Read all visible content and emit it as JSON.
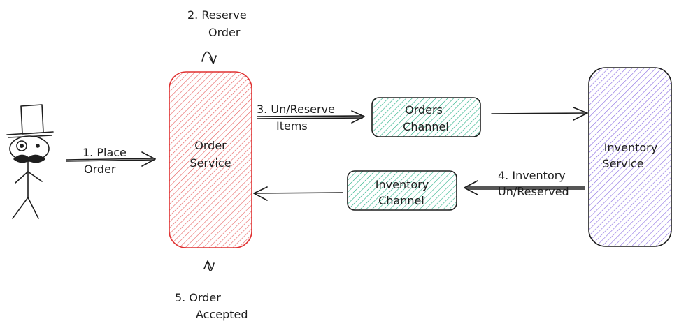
{
  "nodes": {
    "order_service": {
      "label_line1": "Order",
      "label_line2": "Service",
      "fill": "#ffc9c9",
      "stroke": "#e03131"
    },
    "orders_channel": {
      "label_line1": "Orders",
      "label_line2": "Channel",
      "fill": "#96f2d7",
      "stroke": "#1e1e1e"
    },
    "inventory_channel": {
      "label_line1": "Inventory",
      "label_line2": "Channel",
      "fill": "#96f2d7",
      "stroke": "#1e1e1e"
    },
    "inventory_service": {
      "label_line1": "Inventory",
      "label_line2": "Service",
      "fill": "#d0bfff",
      "stroke": "#1e1e1e"
    }
  },
  "edges": {
    "place_order": {
      "line1": "1. Place",
      "line2": "Order"
    },
    "reserve_order": {
      "line1": "2. Reserve",
      "line2": "Order"
    },
    "unreserve_items": {
      "line1": "3. Un/Reserve",
      "line2": "Items"
    },
    "inventory_unreserved": {
      "line1": "4. Inventory",
      "line2": "Un/Reserved"
    },
    "order_accepted": {
      "line1": "5. Order",
      "line2": "Accepted"
    }
  },
  "actor": {
    "icon": "stick-figure-top-hat-icon"
  }
}
